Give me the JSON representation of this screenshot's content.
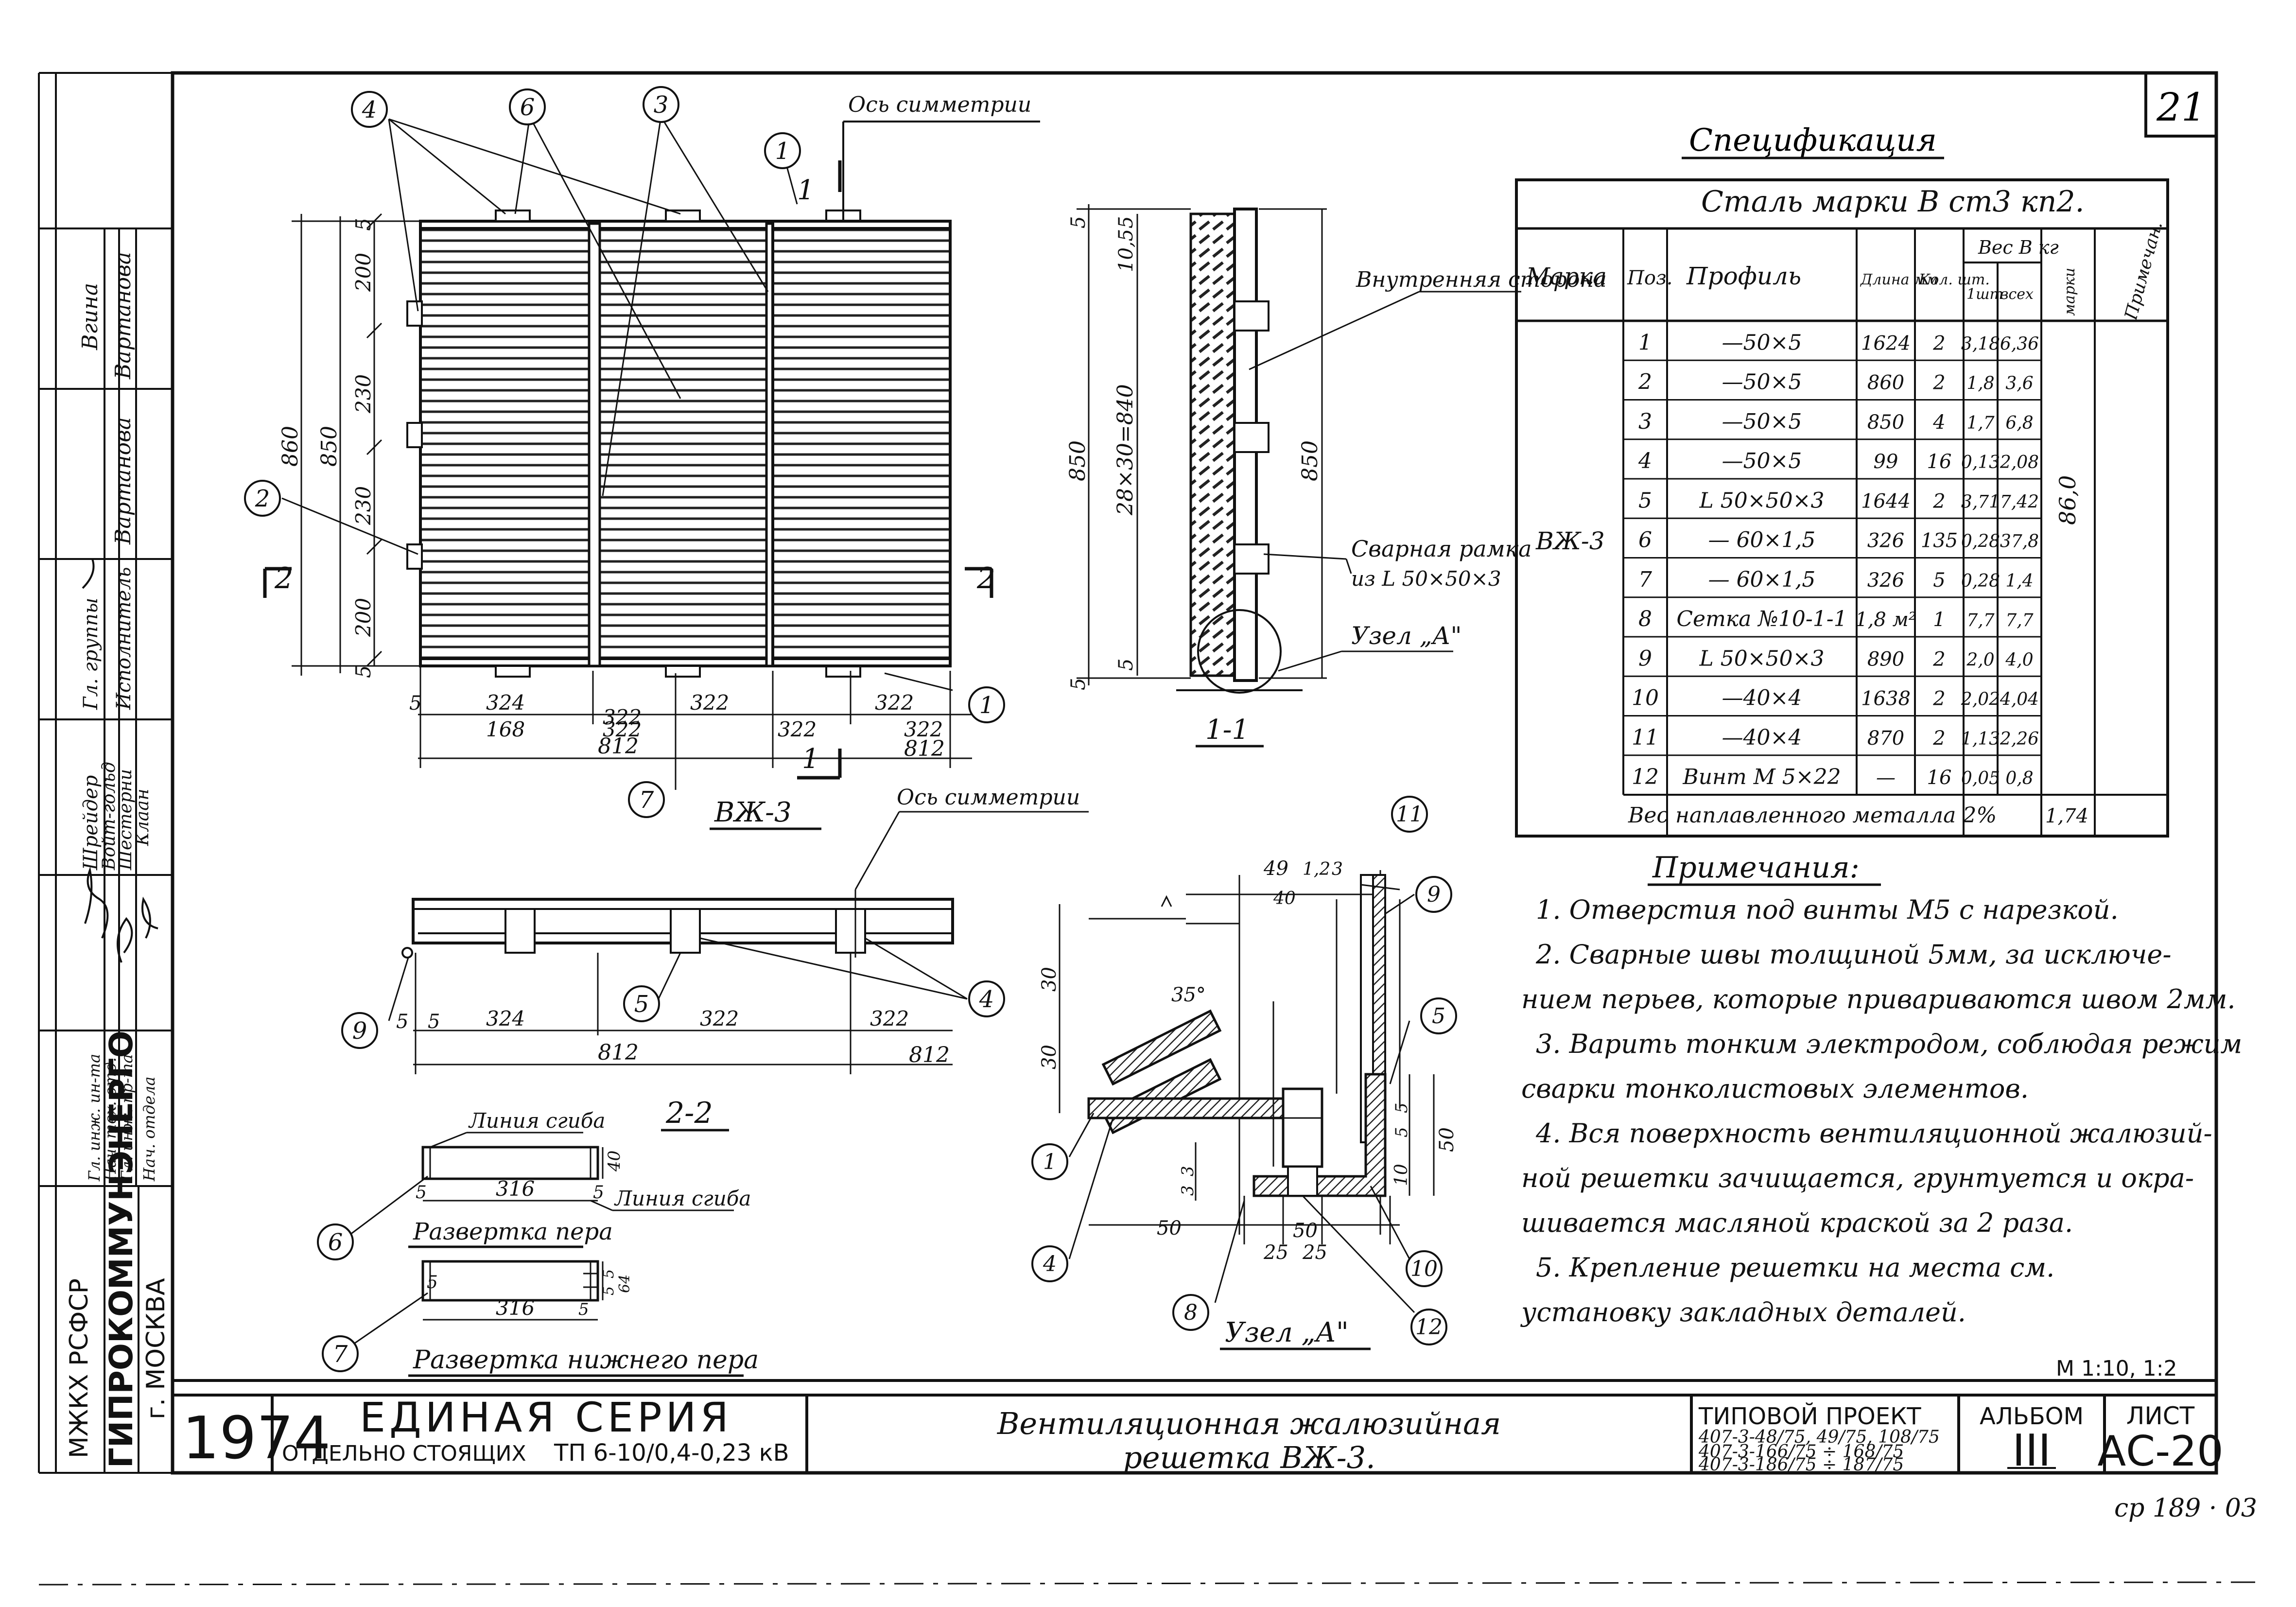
{
  "sheet": {
    "sheet_number": "21",
    "stamp_code": "ср 189 · 03",
    "scale": "М 1:10, 1:2"
  },
  "front_view": {
    "title": "ВЖ-3",
    "axis_label": "Ось симметрии",
    "section_mark": "2",
    "cut_mark": "1",
    "pos_labels": [
      "4",
      "6",
      "3",
      "1",
      "2",
      "1",
      "7"
    ],
    "dims_left": [
      "5",
      "200",
      "230",
      "230",
      "200",
      "5"
    ],
    "dims_total": [
      "850",
      "860"
    ],
    "dims_bottom": [
      "5",
      "324",
      "322",
      "322",
      "322",
      "168",
      "322",
      "322",
      "322",
      "812",
      "812"
    ]
  },
  "section_view": {
    "title": "1-1",
    "dims": [
      "5",
      "5",
      "10,5",
      "850",
      "28×30=840",
      "850",
      "5",
      "5"
    ],
    "labels": {
      "inner_side": "Внутренняя сторона",
      "welded_frame_1": "Сварная рамка",
      "welded_frame_2": "из L 50×50×3",
      "node": "Узел „А\""
    }
  },
  "plan_view": {
    "title": "2-2",
    "axis_label": "Ось симметрии",
    "pos_labels": [
      "9",
      "5",
      "4"
    ],
    "dims": [
      "5",
      "5",
      "324",
      "322",
      "322",
      "812",
      "812"
    ]
  },
  "fin_developments": {
    "bend_line": "Линия сгиба",
    "dev_upper": "Развертка пера",
    "dev_lower": "Развертка нижнего пера",
    "dims_upper": [
      "5",
      "316",
      "5",
      "40"
    ],
    "dims_lower": [
      "5",
      "316",
      "5",
      "5",
      "5",
      "64"
    ],
    "pos_labels": [
      "6",
      "7"
    ]
  },
  "node_detail": {
    "title": "Узел „А\"",
    "angle": "35°",
    "dims": [
      "49",
      "1,2",
      "3",
      "40",
      "30",
      "30",
      "5",
      "5",
      "50",
      "10",
      "3",
      "3",
      "50",
      "25",
      "25",
      "50"
    ],
    "pos_labels": [
      "11",
      "9",
      "5",
      "1",
      "4",
      "8",
      "10",
      "12"
    ]
  },
  "specification": {
    "title": "Спецификация",
    "steel": "Сталь марки В ст3 кп2.",
    "headers": {
      "mark": "Марка",
      "pos": "Поз.",
      "profile": "Профиль",
      "length": "Длина мм",
      "qty": "Кол. шт.",
      "weight": "Вес В кг",
      "w_unit": "1шт",
      "w_total": "всех",
      "w_mark": "марки",
      "note": "Примечан."
    },
    "mark": "ВЖ-3",
    "mark_weight": "86,0",
    "rows": [
      [
        "1",
        "—50×5",
        "1624",
        "2",
        "3,18",
        "6,36"
      ],
      [
        "2",
        "—50×5",
        "860",
        "2",
        "1,8",
        "3,6"
      ],
      [
        "3",
        "—50×5",
        "850",
        "4",
        "1,7",
        "6,8"
      ],
      [
        "4",
        "—50×5",
        "99",
        "16",
        "0,13",
        "2,08"
      ],
      [
        "5",
        "L 50×50×3",
        "1644",
        "2",
        "3,71",
        "7,42"
      ],
      [
        "6",
        "— 60×1,5",
        "326",
        "135",
        "0,28",
        "37,8"
      ],
      [
        "7",
        "— 60×1,5",
        "326",
        "5",
        "0,28",
        "1,4"
      ],
      [
        "8",
        "Сетка №10-1-1",
        "1,8 м²",
        "1",
        "7,7",
        "7,7"
      ],
      [
        "9",
        "L 50×50×3",
        "890",
        "2",
        "2,0",
        "4,0"
      ],
      [
        "10",
        "—40×4",
        "1638",
        "2",
        "2,02",
        "4,04"
      ],
      [
        "11",
        "—40×4",
        "870",
        "2",
        "1,13",
        "2,26"
      ],
      [
        "12",
        "Винт М 5×22",
        "—",
        "16",
        "0,05",
        "0,8"
      ]
    ],
    "weld_label": "Вес наплавленного металла 2%",
    "weld_weight": "1,74"
  },
  "notes": {
    "title": "Примечания:",
    "items": [
      "1. Отверстия под винты М5 с нарезкой.",
      "2. Сварные швы толщиной 5мм, за исключе-",
      "нием перьев, которые привариваются швом 2мм.",
      "3. Варить тонким электродом, соблюдая режим",
      "сварки тонколистовых элементов.",
      "4. Вся поверхность вентиляционной жалюзий-",
      "ной решетки зачищается, грунтуется и окра-",
      "шивается масляной краской за 2 раза.",
      "5. Крепление решетки на места см.",
      "установку закладных деталей."
    ]
  },
  "left_stamp": {
    "org1": "МЖКХ РСФСР",
    "org2": "ГИПРОКОММУНЭНЕРГО",
    "org3": "г. МОСКВА",
    "rows": [
      [
        "Вгина",
        "Вартанова"
      ],
      [
        "",
        "Вартанова"
      ],
      [
        "Гл. группы",
        "Исполнитель"
      ],
      [
        "Шрейдер",
        "Войт-гольд",
        "Шестерни",
        "Клаан"
      ],
      [
        "",
        ""
      ],
      [
        "Гл. инж. ин-та",
        "Нач. тех. отд.",
        "Гл. инж. пр-та",
        "Нач. отдела"
      ]
    ]
  },
  "title_block": {
    "year": "1974",
    "series_1": "ЕДИНАЯ СЕРИЯ",
    "series_2": "ОТДЕЛЬНО СТОЯЩИХ",
    "series_3": "ТП 6-10/0,4-0,23 кВ",
    "drawing_title_1": "Вентиляционная жалюзийная",
    "drawing_title_2": "решетка ВЖ-3.",
    "project_label": "ТИПОВОЙ ПРОЕКТ",
    "project_1": "407-3-48/75, 49/75, 108/75",
    "project_2": "407-3-166/75 ÷ 168/75",
    "project_3": "407-3-186/75 ÷ 187/75",
    "album_label": "АЛЬБОМ",
    "album": "III",
    "list_label": "ЛИСТ",
    "list": "АС-20"
  }
}
